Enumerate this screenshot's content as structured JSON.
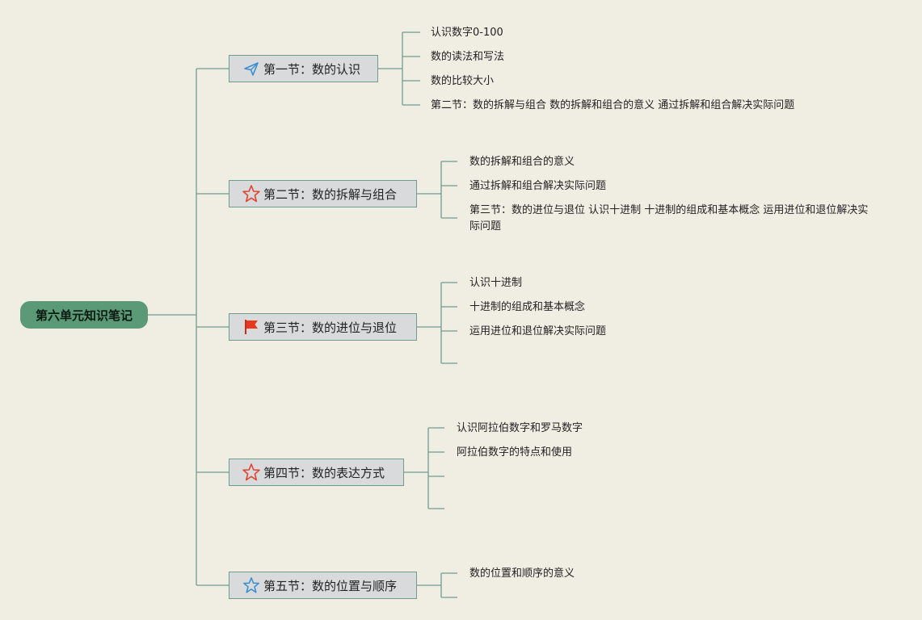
{
  "root": {
    "label": "第六单元知识笔记"
  },
  "sections": [
    {
      "label": "第一节：数的认识",
      "icon": "paper-plane-icon",
      "items": [
        "认识数字0-100",
        "数的读法和写法",
        "数的比较大小",
        "第二节：数的拆解与组合 数的拆解和组合的意义 通过拆解和组合解决实际问题"
      ]
    },
    {
      "label": "第二节：数的拆解与组合",
      "icon": "star-outline-red-icon",
      "items": [
        "数的拆解和组合的意义",
        "通过拆解和组合解决实际问题",
        "第三节：数的进位与退位 认识十进制 十进制的组成和基本概念 运用进位和退位解决实际问题"
      ]
    },
    {
      "label": "第三节：数的进位与退位",
      "icon": "red-flag-icon",
      "items": [
        "认识十进制",
        "十进制的组成和基本概念",
        "运用进位和退位解决实际问题",
        ""
      ]
    },
    {
      "label": "第四节：数的表达方式",
      "icon": "star-outline-red-icon",
      "items": [
        "认识阿拉伯数字和罗马数字",
        "阿拉伯数字的特点和使用",
        "",
        ""
      ]
    },
    {
      "label": "第五节：数的位置与顺序",
      "icon": "star-outline-blue-icon",
      "items": [
        "数的位置和顺序的意义",
        ""
      ]
    }
  ]
}
